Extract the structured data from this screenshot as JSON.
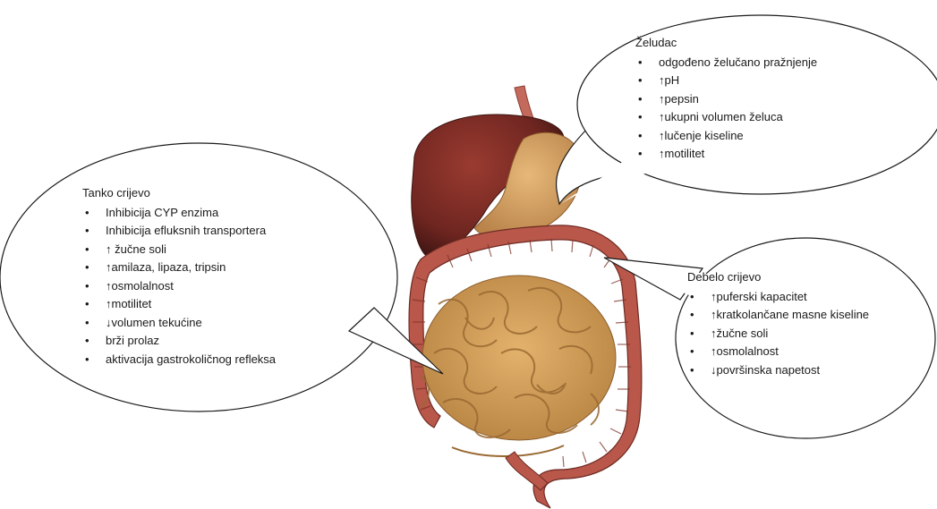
{
  "callouts": {
    "stomach": {
      "title": "Želudac",
      "items": [
        "odgođeno želučano pražnjenje",
        "↑pH",
        "↑pepsin",
        "↑ukupni volumen želuca",
        "↑lučenje kiseline",
        "↑motilitet"
      ]
    },
    "small_intestine": {
      "title": "Tanko crijevo",
      "items": [
        "Inhibicija CYP enzima",
        "Inhibicija efluksnih transportera",
        "↑ žučne soli",
        "↑amilaza, lipaza, tripsin",
        "↑osmolalnost",
        "↑motilitet",
        "↓volumen tekućine",
        "brži prolaz",
        "aktivacija gastrokoličnog refleksa"
      ]
    },
    "large_intestine": {
      "title": "Debelo crijevo",
      "items": [
        "↑puferski kapacitet",
        "↑kratkolančane masne kiseline",
        "↑žučne soli",
        "↑osmolalnost",
        "↓površinska napetost"
      ]
    }
  },
  "colors": {
    "liver": "#7a2a22",
    "stomach": "#d4a062",
    "small_intestine": "#d9a55e",
    "colon": "#b8574a",
    "outline": "#1a1a1a"
  }
}
